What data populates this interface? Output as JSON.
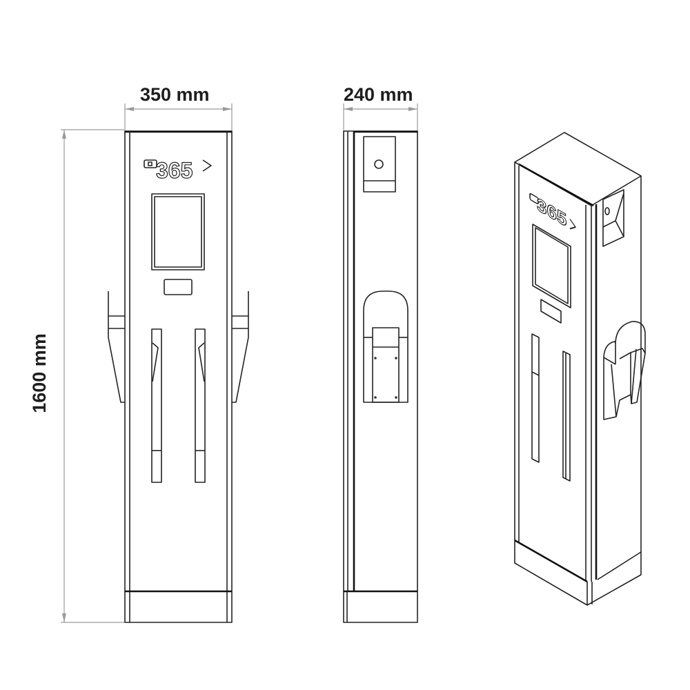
{
  "figure": {
    "title": "EV charging station dimension drawing",
    "views": [
      "front view",
      "side view",
      "isometric view"
    ]
  },
  "dimensions": {
    "width": {
      "value": 350,
      "unit": "mm",
      "label": "350 mm"
    },
    "depth": {
      "value": 240,
      "unit": "mm",
      "label": "240 mm"
    },
    "height": {
      "value": 1600,
      "unit": "mm",
      "label": "1600 mm"
    }
  },
  "branding": {
    "logo_text": "365",
    "logo_icon": "charger-plug-icon"
  },
  "colors": {
    "line": "#222222",
    "dimension_line": "#9a9a9a",
    "label": "#1e1e1e",
    "background": "#ffffff"
  }
}
